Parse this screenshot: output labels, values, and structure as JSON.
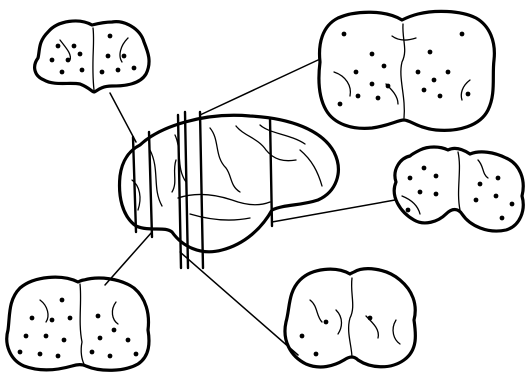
{
  "figure": {
    "description_text": "",
    "ink_color": "#000000",
    "background_color": "#ffffff"
  },
  "parts": {
    "central_brain": "lateral-view-brain-icon",
    "sections": [
      "coronal-section-top-left",
      "coronal-section-top-right",
      "coronal-section-middle-right",
      "coronal-section-bottom-left",
      "coronal-section-bottom-right"
    ]
  }
}
